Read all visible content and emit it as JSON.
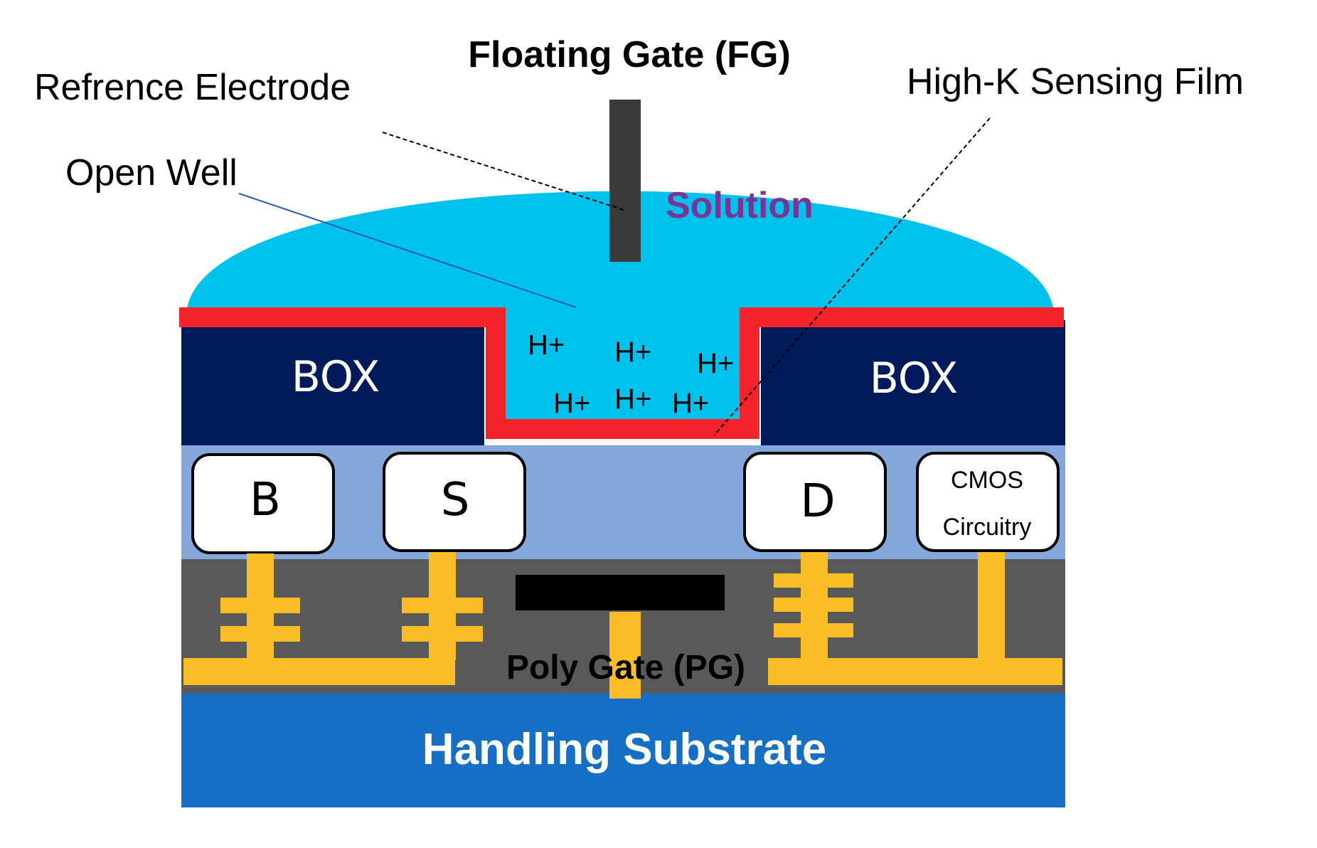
{
  "labels": {
    "floating_gate": "Floating Gate (FG)",
    "reference_electrode": "Refrence Electrode",
    "high_k": "High-K Sensing Film",
    "open_well": "Open Well",
    "solution": "Solution",
    "box_left": "BOX",
    "box_right": "BOX",
    "ion": "H+",
    "terminal_b": "B",
    "terminal_s": "S",
    "terminal_d": "D",
    "cmos_line1": "CMOS",
    "cmos_line2": "Circuitry",
    "poly_gate": "Poly Gate (PG)",
    "substrate": "Handling Substrate"
  },
  "colors": {
    "solution": "#00c2ec",
    "box": "#001a5c",
    "sensing_film": "#f2232a",
    "silicon": "#84a8dc",
    "dielectric": "#595959",
    "metal": "#fbbd26",
    "substrate": "#1570c5",
    "electrode": "#3a3a3a",
    "solution_text": "#7c3394"
  }
}
